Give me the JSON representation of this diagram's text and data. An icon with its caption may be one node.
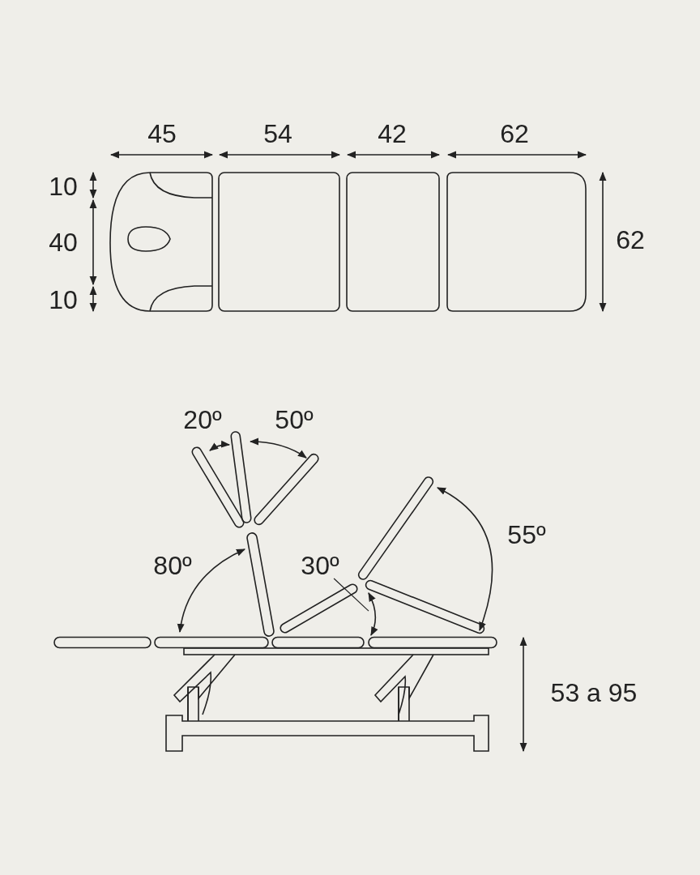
{
  "diagram": {
    "nodes": [
      {
        "text": [
          "30º"
        ]
      },
      {
        "text": [],
        "shape": "arc"
      }
    ],
    "edges": [
      {
        "from": 0,
        "to": 1,
        "arrow": "none"
      }
    ],
    "labels": [
      "45",
      "54",
      "42",
      "62",
      "10",
      "40",
      "10",
      "62",
      "20º",
      "50º",
      "55º",
      "80º",
      "53 a 95"
    ]
  }
}
